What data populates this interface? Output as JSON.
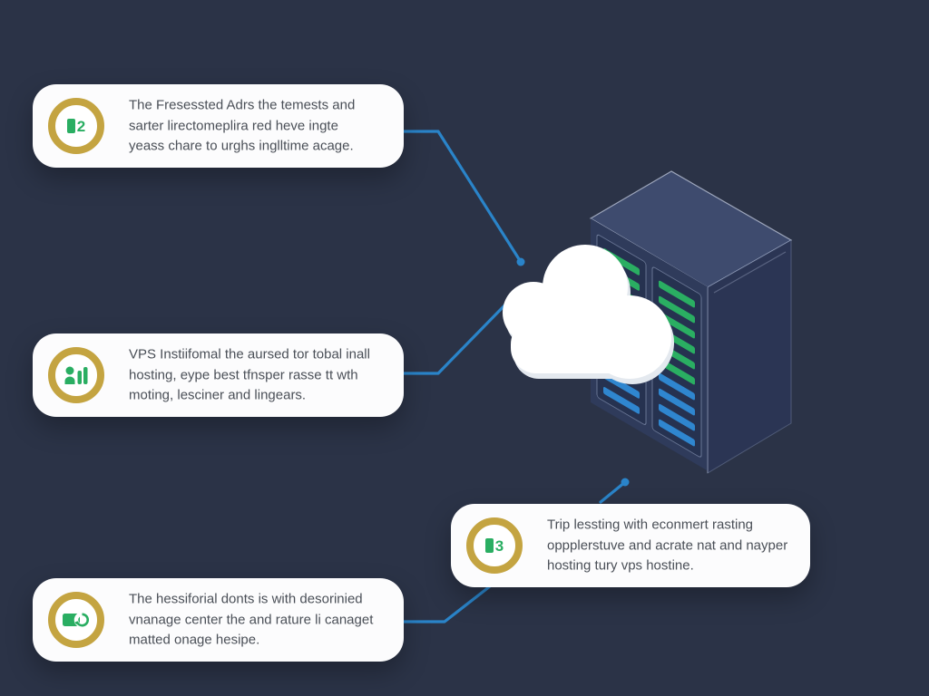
{
  "colors": {
    "background": "#2b3347",
    "card_bg": "#fcfcfd",
    "accent_gold": "#c4a441",
    "accent_green": "#2aae62",
    "accent_blue": "#2a84c9",
    "bar_blue": "#2f86cf",
    "text": "#4a4f57"
  },
  "illustration": {
    "server": "isometric-server-rack",
    "cloud": "white-cloud"
  },
  "callouts": [
    {
      "icon": "bar-number-2-icon",
      "badge": "2",
      "lines": [
        "The Fresessted Adrs the temests and",
        "sarter lirectomeplira red heve ingte",
        "yeass chare to urghs inglltime acage."
      ]
    },
    {
      "icon": "person-stats-icon",
      "badge": "",
      "lines": [
        "VPS Instiifomal the aursed tor tobal inall",
        "hosting, eype best tfnsper rasse tt wth",
        "moting, lesciner and lingears."
      ]
    },
    {
      "icon": "sync-box-icon",
      "badge": "",
      "lines": [
        "The hessiforial donts is with desorinied",
        "vnanage center the and rature li canaget",
        "matted onage hesipe."
      ]
    },
    {
      "icon": "bar-number-3-icon",
      "badge": "3",
      "lines": [
        "Trip lessting with econmert rasting",
        "oppplerstuve and acrate nat and nayper",
        "hosting tury vps hostine."
      ]
    }
  ]
}
